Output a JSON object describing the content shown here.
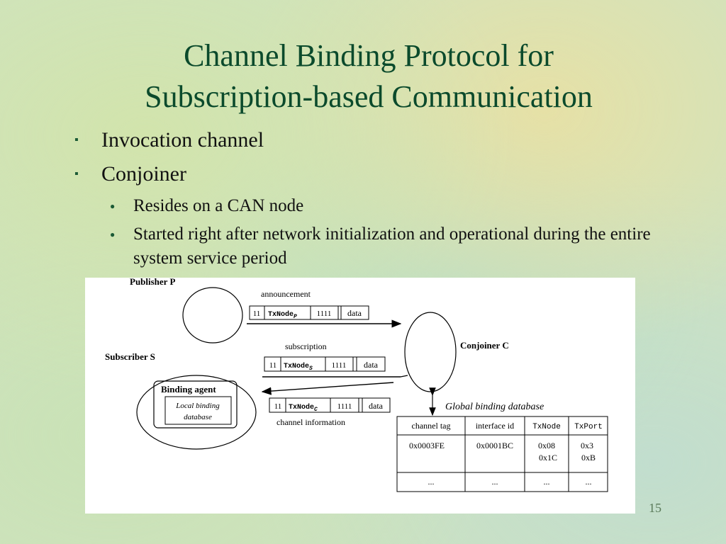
{
  "slide": {
    "title_line1": "Channel Binding Protocol for",
    "title_line2": "Subscription-based Communication",
    "page_number": "15"
  },
  "bullets": [
    {
      "text": "Invocation channel",
      "sub": []
    },
    {
      "text": "Conjoiner",
      "sub": [
        "Resides on a CAN node",
        "Started right after network initialization and operational during the entire system service period"
      ]
    }
  ],
  "diagram": {
    "publisher_label": "Publisher P",
    "subscriber_label": "Subscriber S",
    "conjoiner_label": "Conjoiner C",
    "binding_agent_label": "Binding agent",
    "local_db_line1": "Local binding",
    "local_db_line2": "database",
    "global_db_label": "Global binding database",
    "messages": [
      {
        "caption": "announcement",
        "f1": "11",
        "f2": "TxNode",
        "f2_sub": "P",
        "f3": "1111",
        "f4": "data"
      },
      {
        "caption": "subscription",
        "f1": "11",
        "f2": "TxNode",
        "f2_sub": "S",
        "f3": "1111",
        "f4": "data"
      },
      {
        "caption": "channel information",
        "f1": "11",
        "f2": "TxNode",
        "f2_sub": "C",
        "f3": "1111",
        "f4": "data"
      }
    ],
    "table": {
      "headers": [
        "channel tag",
        "interface id",
        "TxNode",
        "TxPort"
      ],
      "row1": {
        "c1": "0x0003FE",
        "c2": "0x0001BC",
        "c3a": "0x08",
        "c3b": "0x1C",
        "c4a": "0x3",
        "c4b": "0xB"
      },
      "row2": [
        "...",
        "...",
        "...",
        "..."
      ]
    }
  }
}
